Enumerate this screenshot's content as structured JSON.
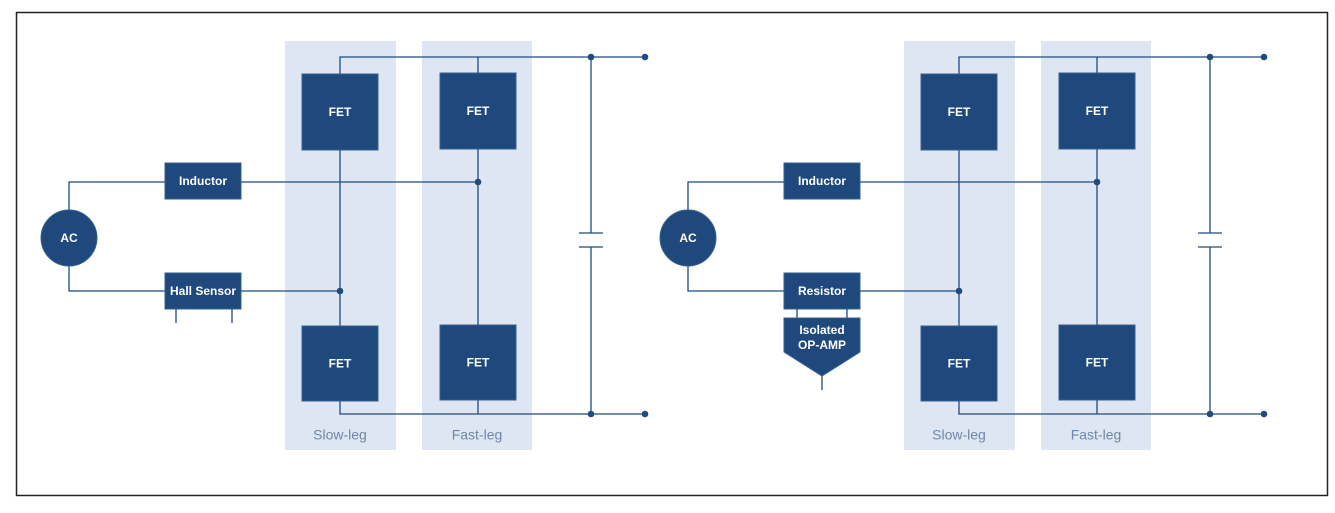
{
  "circuits": [
    {
      "source_label": "AC",
      "inductor_label": "Inductor",
      "sense_label": "Hall Sensor",
      "sense_extra_lines": [],
      "fet_labels": [
        "FET",
        "FET",
        "FET",
        "FET"
      ],
      "slow_leg_label": "Slow-leg",
      "fast_leg_label": "Fast-leg"
    },
    {
      "source_label": "AC",
      "inductor_label": "Inductor",
      "sense_label": "Resistor",
      "sense_extra_lines": [
        "Isolated",
        "OP-AMP"
      ],
      "fet_labels": [
        "FET",
        "FET",
        "FET",
        "FET"
      ],
      "slow_leg_label": "Slow-leg",
      "fast_leg_label": "Fast-leg"
    }
  ],
  "colors": {
    "component_fill": "#1f497d",
    "wire": "#1f4b7f",
    "leg_background": "#dde6f2",
    "leg_text": "#6f87a8",
    "frame": "#222222"
  }
}
